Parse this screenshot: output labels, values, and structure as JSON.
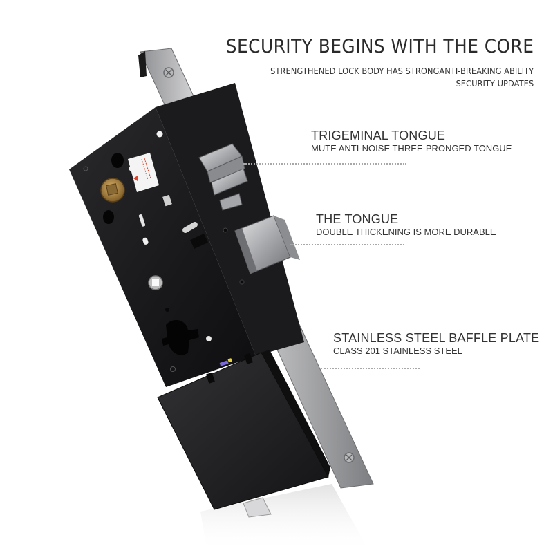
{
  "banner": {
    "headline": "SECURITY BEGINS WITH THE CORE",
    "subhead_line1": "STRENGTHENED LOCK BODY HAS STRONGANTI-BREAKING ABILITY",
    "subhead_line2": "SECURITY UPDATES"
  },
  "callouts": [
    {
      "title": "TRIGEMINAL TONGUE",
      "description": "MUTE ANTI-NOISE THREE-PRONGED TONGUE"
    },
    {
      "title": "THE TONGUE",
      "description": "DOUBLE THICKENING IS MORE DURABLE"
    },
    {
      "title": "STAINLESS STEEL BAFFLE PLATE",
      "description": "CLASS 201 STAINLESS STEEL"
    }
  ],
  "product": {
    "name": "mortise-lock-body",
    "colors": {
      "body": "#1c1c1e",
      "faceplate": "#c9c9cb",
      "brass_cylinder": "#b08a4a",
      "sticker_accent": "#e0452b",
      "leader_line": "#a8a8a8",
      "text": "#333333"
    }
  }
}
